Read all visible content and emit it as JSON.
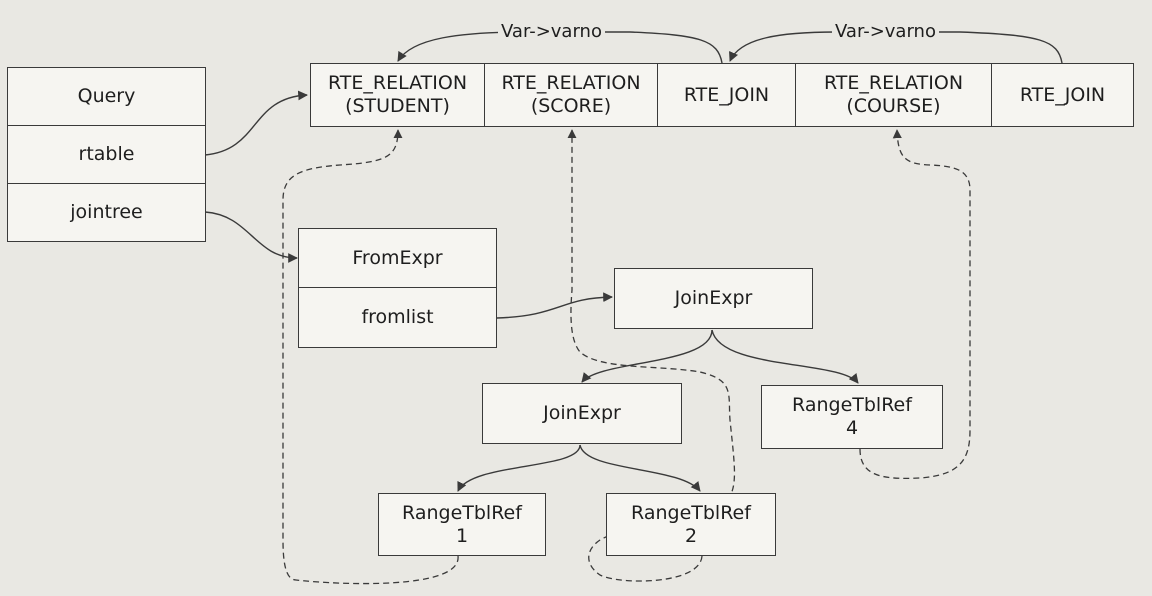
{
  "query": {
    "title": "Query",
    "rtable": "rtable",
    "jointree": "jointree"
  },
  "rtable": [
    {
      "line1": "RTE_RELATION",
      "line2": "(STUDENT)"
    },
    {
      "line1": "RTE_RELATION",
      "line2": "(SCORE)"
    },
    {
      "line1": "RTE_JOIN",
      "line2": ""
    },
    {
      "line1": "RTE_RELATION",
      "line2": "(COURSE)"
    },
    {
      "line1": "RTE_JOIN",
      "line2": ""
    }
  ],
  "varno_labels": [
    "Var->varno",
    "Var->varno"
  ],
  "from_expr": {
    "title": "FromExpr",
    "fromlist": "fromlist"
  },
  "join_expr_top": "JoinExpr",
  "join_expr_inner": "JoinExpr",
  "range_refs": [
    {
      "line1": "RangeTblRef",
      "line2": "1"
    },
    {
      "line1": "RangeTblRef",
      "line2": "2"
    },
    {
      "line1": "RangeTblRef",
      "line2": "4"
    }
  ]
}
